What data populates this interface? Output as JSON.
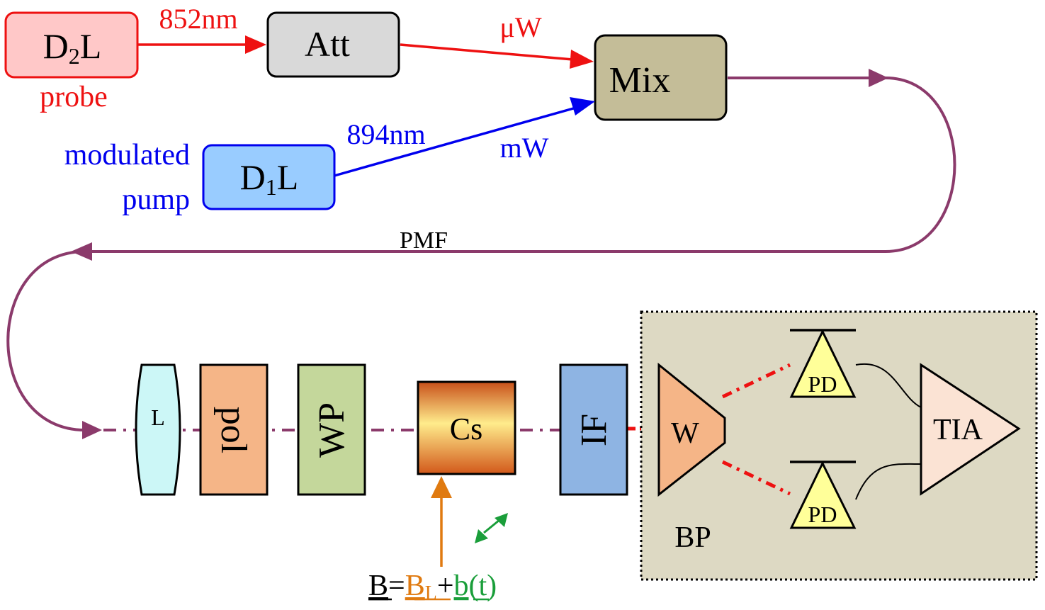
{
  "labels": {
    "d2l_main": "D",
    "d2l_sub": "2",
    "d2l_tail": "L",
    "probe": "probe",
    "wl_852": "852nm",
    "att": "Att",
    "uw": "μW",
    "mix": "Mix",
    "d1l_main": "D",
    "d1l_sub": "1",
    "d1l_tail": "L",
    "modulated": "modulated",
    "pump": "pump",
    "wl_894": "894nm",
    "mw": "mW",
    "pmf": "PMF",
    "lens": "L",
    "pol": "pol",
    "wp": "WP",
    "cs": "Cs",
    "if": "IF",
    "w": "W",
    "pd_top": "PD",
    "pd_bottom": "PD",
    "tia": "TIA",
    "bp": "BP",
    "field_b": "B",
    "field_eq": "=",
    "field_bl_main": "B",
    "field_bl_sub": "L",
    "field_plus": "+",
    "field_b_small": "b",
    "field_t": "(t)"
  },
  "colors": {
    "probe_red": "#ee1111",
    "pump_blue": "#0000ee",
    "fiber_purple": "#8b3a6b",
    "field_orange": "#e07a10",
    "field_green": "#1a9e3a",
    "d2l_fill": "#ffc8c8",
    "att_fill": "#d9d9d9",
    "mix_fill": "#c4bd98",
    "d1l_fill": "#99ccff",
    "lens_fill": "#ccf7f7",
    "pol_fill": "#f5b587",
    "wp_fill": "#c4d79b",
    "if_fill": "#8eb4e3",
    "bp_fill": "#ddd9c3",
    "w_fill": "#f5b587",
    "pd_fill": "#ffff99",
    "tia_fill": "#fbe3d4"
  }
}
